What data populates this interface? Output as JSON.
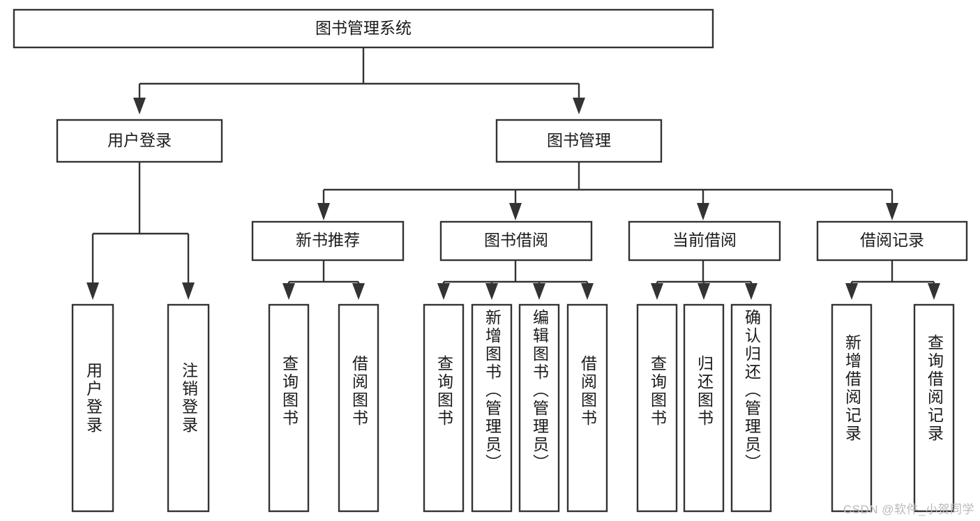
{
  "diagram": {
    "type": "hierarchy-tree",
    "title": "图书管理系统",
    "orientation": "top-down",
    "levels": 4,
    "root": {
      "id": "root",
      "label": "图书管理系统"
    },
    "level2": [
      {
        "id": "user-login",
        "label": "用户登录"
      },
      {
        "id": "book-manage",
        "label": "图书管理"
      }
    ],
    "level3": [
      {
        "id": "new-book-rec",
        "label": "新书推荐",
        "parent": "book-manage"
      },
      {
        "id": "book-borrow",
        "label": "图书借阅",
        "parent": "book-manage"
      },
      {
        "id": "current-borrow",
        "label": "当前借阅",
        "parent": "book-manage"
      },
      {
        "id": "borrow-record",
        "label": "借阅记录",
        "parent": "book-manage"
      }
    ],
    "leaves": [
      {
        "id": "leaf-user-login",
        "label": "用户登录",
        "parent": "user-login"
      },
      {
        "id": "leaf-logout",
        "label": "注销登录",
        "parent": "user-login"
      },
      {
        "id": "leaf-query-book-1",
        "label": "查询图书",
        "parent": "new-book-rec"
      },
      {
        "id": "leaf-borrow-book-1",
        "label": "借阅图书",
        "parent": "new-book-rec"
      },
      {
        "id": "leaf-query-book-2",
        "label": "查询图书",
        "parent": "book-borrow"
      },
      {
        "id": "leaf-add-book",
        "label": "新增图书（管理员）",
        "parent": "book-borrow"
      },
      {
        "id": "leaf-edit-book",
        "label": "编辑图书（管理员）",
        "parent": "book-borrow"
      },
      {
        "id": "leaf-borrow-book-2",
        "label": "借阅图书",
        "parent": "book-borrow"
      },
      {
        "id": "leaf-query-book-3",
        "label": "查询图书",
        "parent": "current-borrow"
      },
      {
        "id": "leaf-return-book",
        "label": "归还图书",
        "parent": "current-borrow"
      },
      {
        "id": "leaf-confirm-return",
        "label": "确认归还（管理员）",
        "parent": "current-borrow"
      },
      {
        "id": "leaf-add-record",
        "label": "新增借阅记录",
        "parent": "borrow-record"
      },
      {
        "id": "leaf-query-record",
        "label": "查询借阅记录",
        "parent": "borrow-record"
      }
    ]
  },
  "watermark": {
    "text": "CSDN @软件_小贺同学"
  },
  "colors": {
    "stroke": "#333333",
    "box_fill": "#ffffff",
    "text": "#1a1a1a",
    "background": "#ffffff",
    "watermark": "#b9b9b9"
  }
}
